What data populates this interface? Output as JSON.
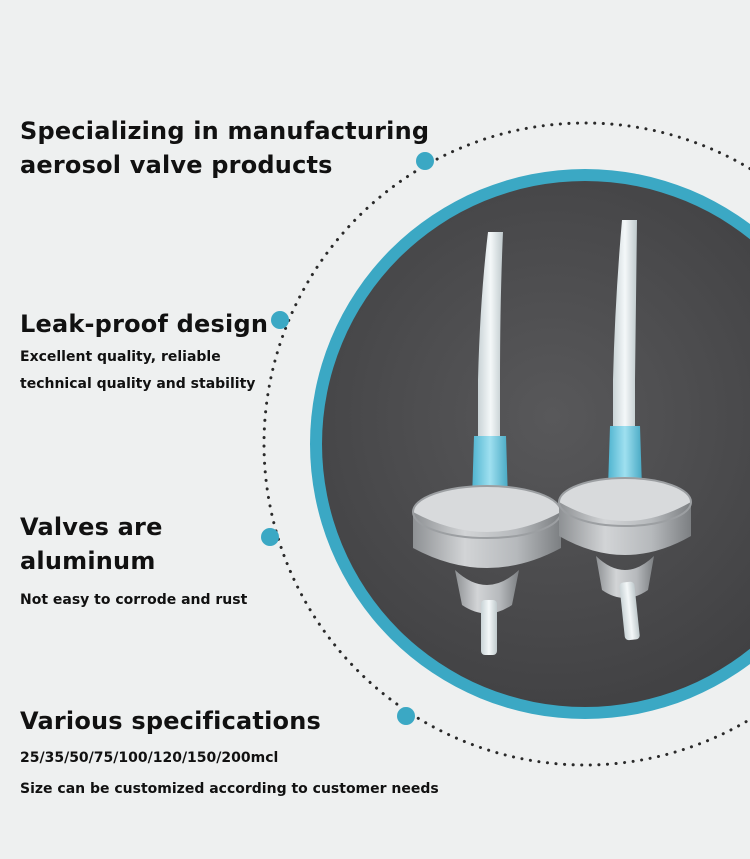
{
  "features": [
    {
      "title_line1": "Specializing in manufacturing",
      "title_line2": "aerosol valve products"
    },
    {
      "title": "Leak-proof design",
      "sub_line1": "Excellent quality, reliable",
      "sub_line2": "technical quality and stability"
    },
    {
      "title_line1": "Valves are",
      "title_line2": "aluminum",
      "sub": "Not easy to corrode and rust"
    },
    {
      "title": "Various specifications",
      "sub_line1": "25/35/50/75/100/120/150/200mcl",
      "sub_line2": "Size can be customized according to customer needs"
    }
  ],
  "colors": {
    "accent": "#3ba8c4",
    "text": "#111111",
    "background": "#eef0f0",
    "photo_bg": "#4a4a4c",
    "valve_tube": "#e8eef0",
    "valve_tip": "#7ed2e8",
    "valve_cup": "#b9bcbf"
  },
  "icons": [
    "dotted-orbit-ring",
    "accent-dot",
    "aerosol-valve-photo"
  ]
}
